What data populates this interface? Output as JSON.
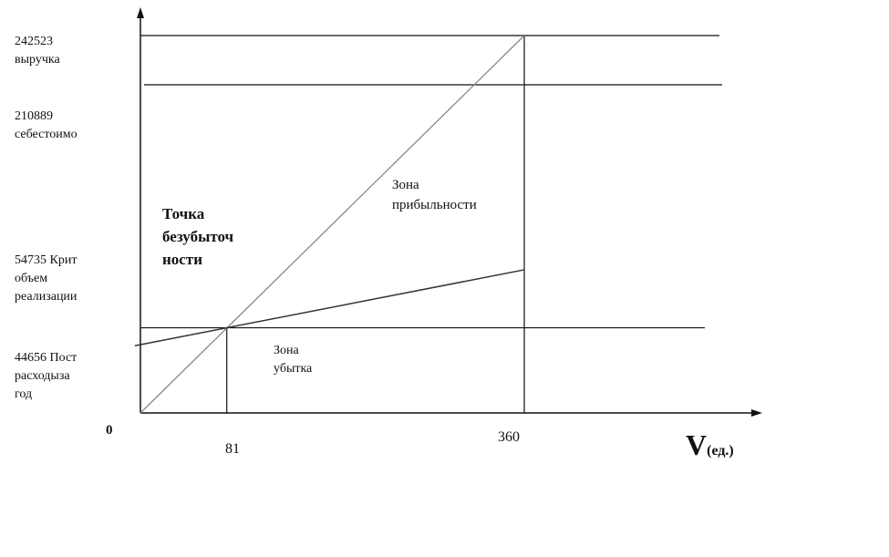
{
  "chart_data": {
    "type": "line",
    "title": "",
    "xlabel": "V",
    "xlabel_unit": "(ед.)",
    "origin_label": "0",
    "x_ticks": [
      {
        "value": 81,
        "label": "81"
      },
      {
        "value": 360,
        "label": "360"
      }
    ],
    "y_levels": [
      {
        "value": 242523,
        "label": "242523\nвыручка"
      },
      {
        "value": 210889,
        "label": "210889\nсебестоимо"
      },
      {
        "value": 54735,
        "label": "54735 Крит\nобъем\nреализации"
      },
      {
        "value": 44656,
        "label": "44656 Пост\nрасходыза\nгод"
      }
    ],
    "series": [
      {
        "points": [
          [
            0,
            0
          ],
          [
            81,
            54735
          ],
          [
            360,
            242523
          ]
        ]
      },
      {
        "points": [
          [
            0,
            44656
          ],
          [
            81,
            54735
          ],
          [
            360,
            92000
          ]
        ]
      }
    ],
    "annotations": {
      "profit_zone": "Зона\nприбыльности",
      "loss_zone": "Зона\nубытка",
      "break_even": "Точка\nбезубыточ\nности"
    },
    "grid": false,
    "legend": "none"
  },
  "colors": {
    "axis": "#111111",
    "revenue_line": "#888888",
    "cost_line": "#333333",
    "text": "#111111",
    "background": "#ffffff"
  }
}
